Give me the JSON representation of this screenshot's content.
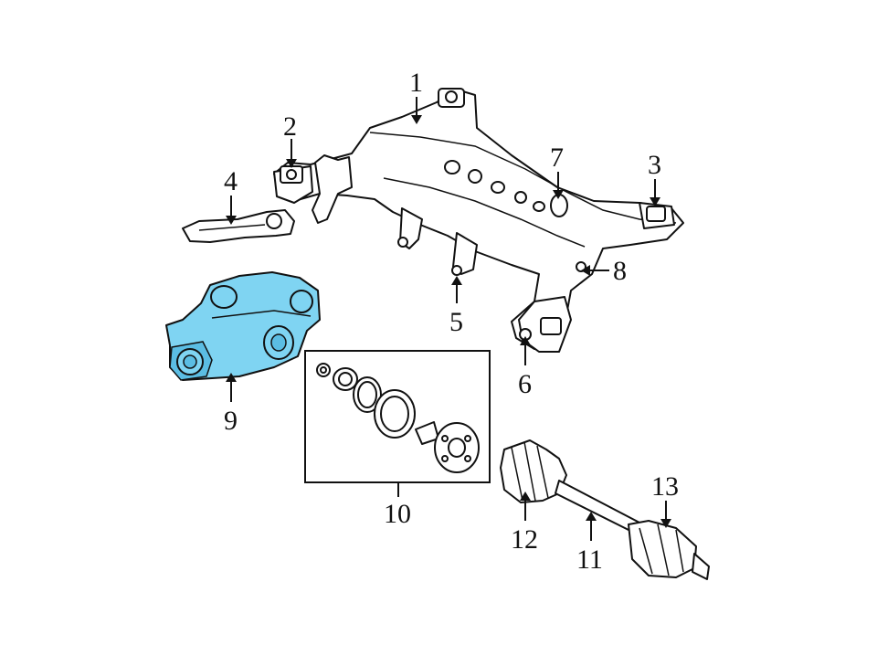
{
  "diagram": {
    "callouts": [
      {
        "id": "1",
        "label": "1"
      },
      {
        "id": "2",
        "label": "2"
      },
      {
        "id": "3",
        "label": "3"
      },
      {
        "id": "4",
        "label": "4"
      },
      {
        "id": "5",
        "label": "5"
      },
      {
        "id": "6",
        "label": "6"
      },
      {
        "id": "7",
        "label": "7"
      },
      {
        "id": "8",
        "label": "8"
      },
      {
        "id": "9",
        "label": "9"
      },
      {
        "id": "10",
        "label": "10"
      },
      {
        "id": "11",
        "label": "11"
      },
      {
        "id": "12",
        "label": "12"
      },
      {
        "id": "13",
        "label": "13"
      }
    ],
    "highlight_color": "#7fd4f2",
    "highlighted_part": "9",
    "line_color": "#111111"
  }
}
